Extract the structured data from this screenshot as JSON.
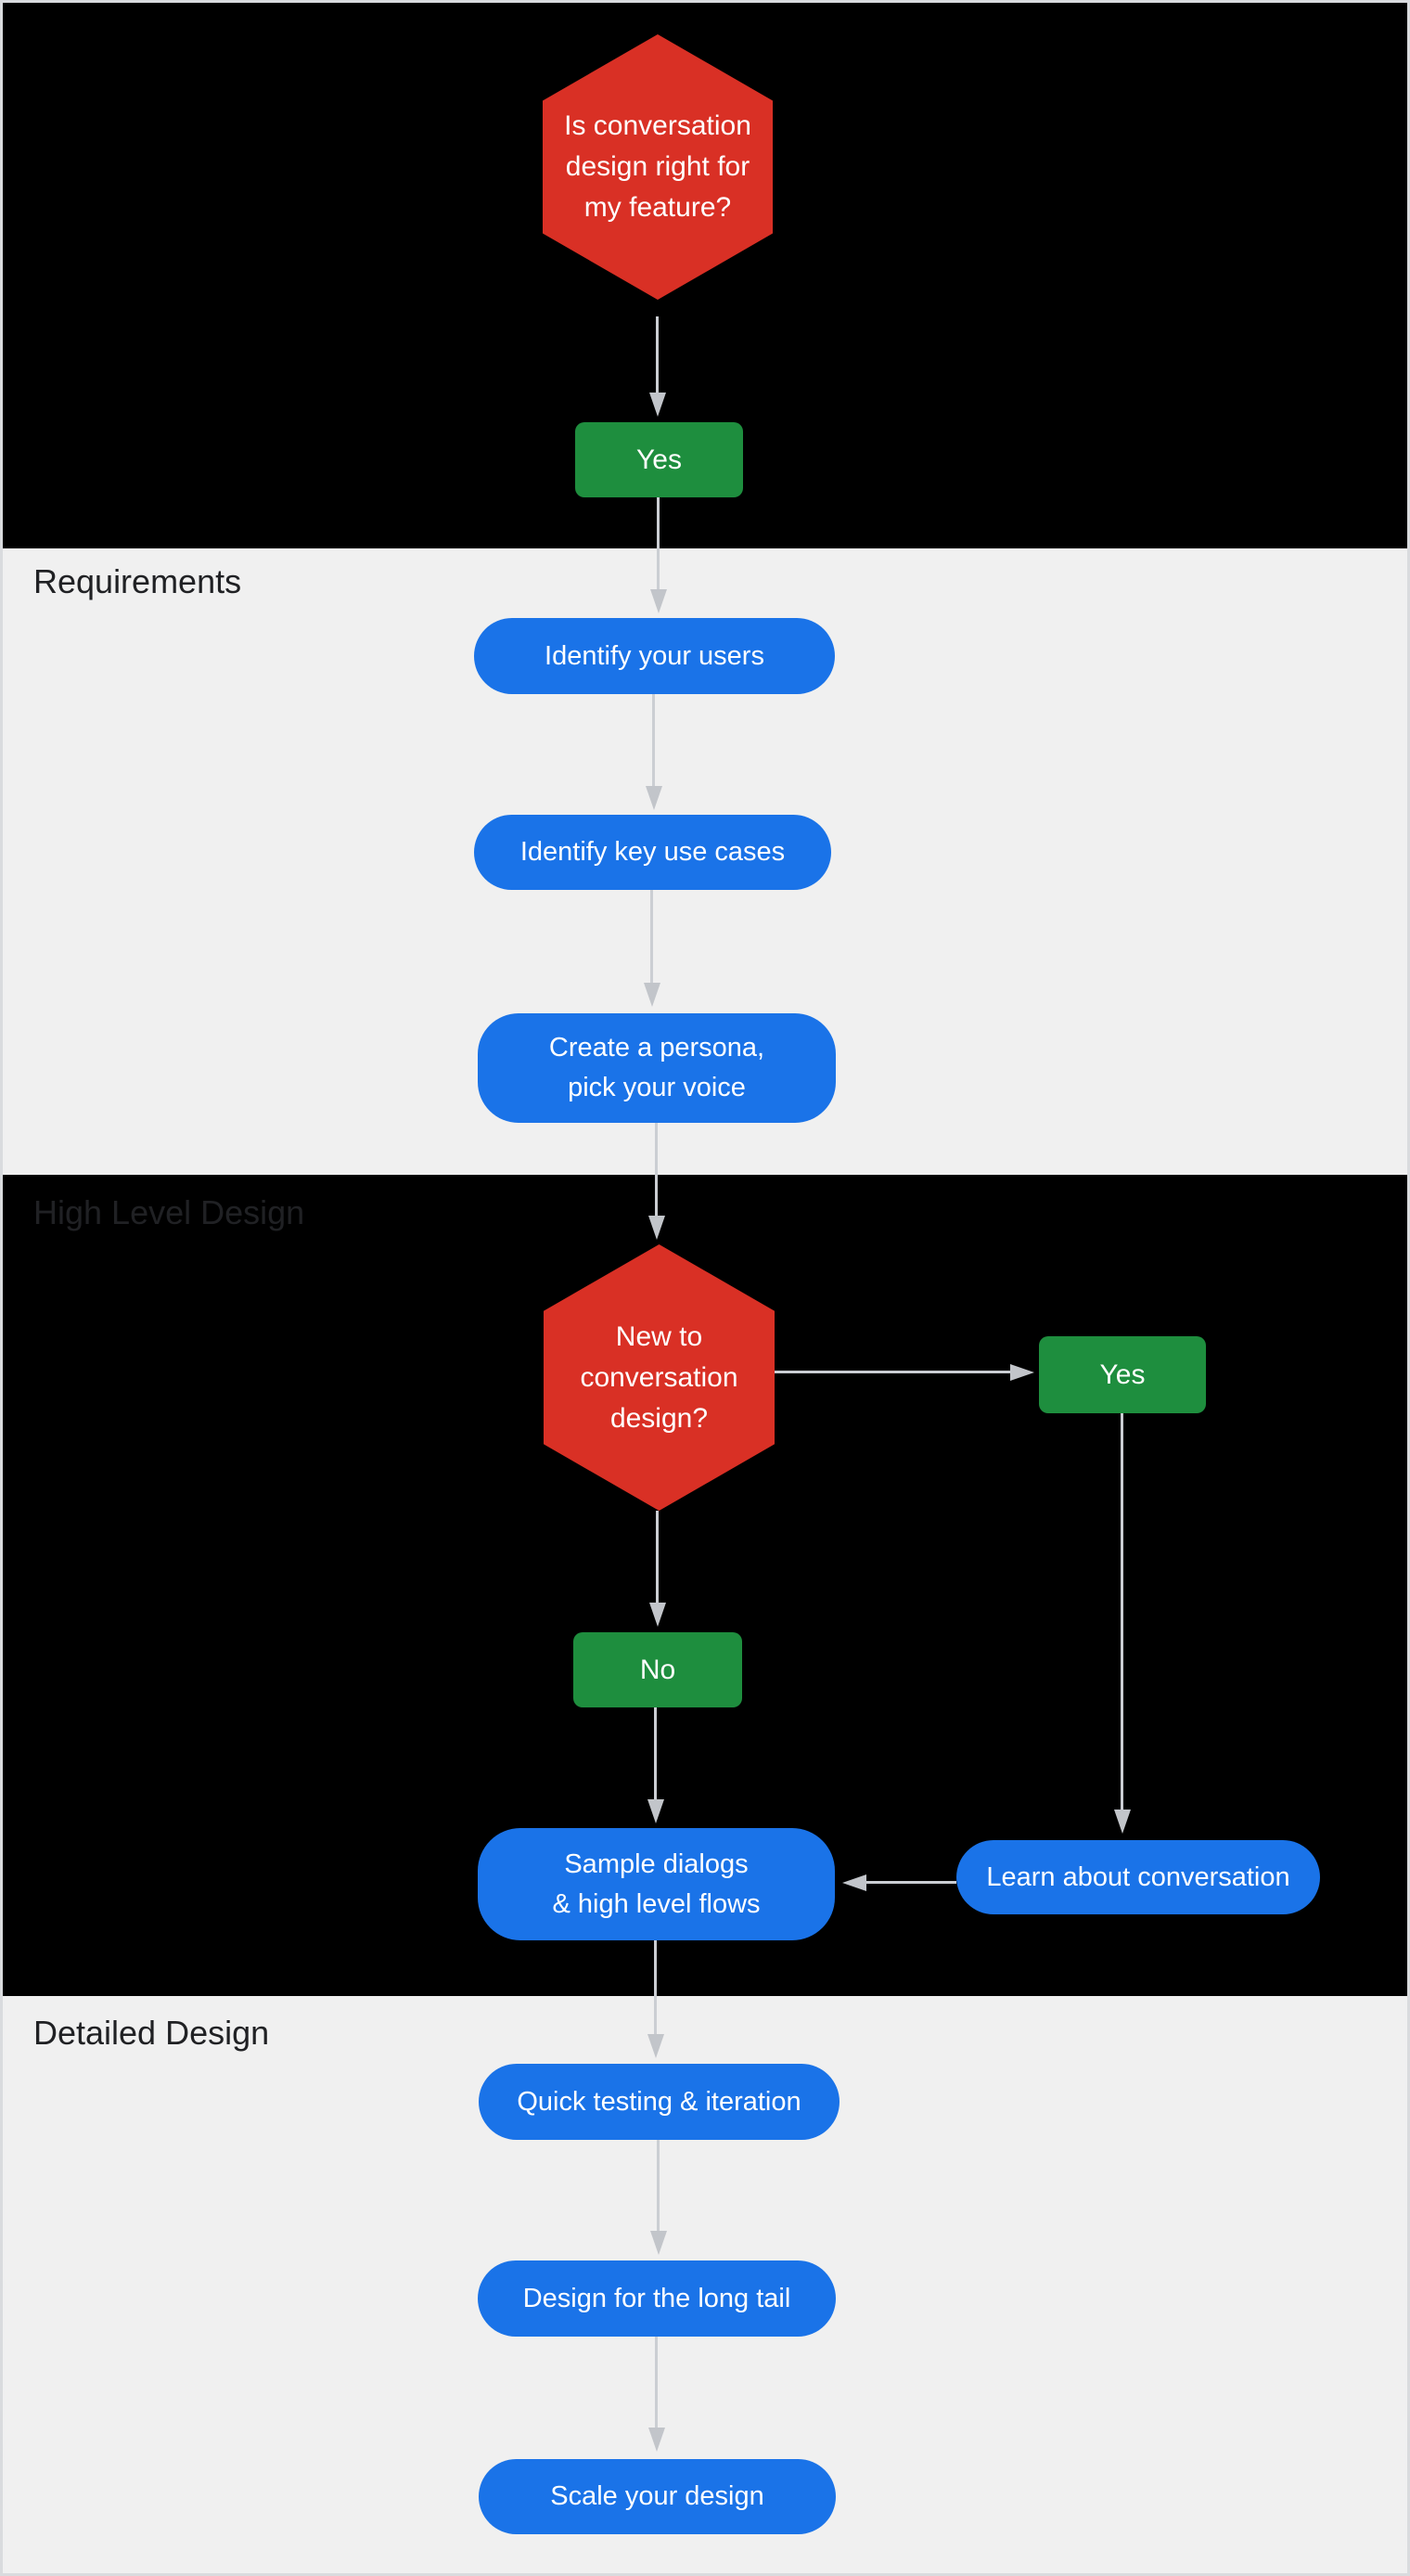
{
  "diagram": {
    "sections": {
      "requirements": "Requirements",
      "high_level_design": "High Level Design",
      "detailed_design": "Detailed Design"
    },
    "nodes": {
      "decision_feature": "Is conversation\ndesign right for\nmy feature?",
      "yes_feature": "Yes",
      "identify_users": "Identify your users",
      "identify_use_cases": "Identify key use cases",
      "create_persona": "Create a persona,\npick your voice",
      "decision_new_to_design": "New to\nconversation\ndesign?",
      "yes_new_to_design": "Yes",
      "no_new_to_design": "No",
      "sample_dialogs": "Sample dialogs\n& high level flows",
      "learn_conversation": "Learn about conversation",
      "quick_testing": "Quick testing & iteration",
      "design_long_tail": "Design for the long tail",
      "scale_design": "Scale your design"
    },
    "colors": {
      "decision_red": "#d93025",
      "action_blue": "#1a73e8",
      "answer_green": "#1e8e3e",
      "arrow_gray": "#c6c9ce",
      "section_dark_bg": "#000000",
      "section_light_bg": "#f0f0f0",
      "section_label_text": "#202124",
      "node_text": "#ffffff"
    }
  }
}
